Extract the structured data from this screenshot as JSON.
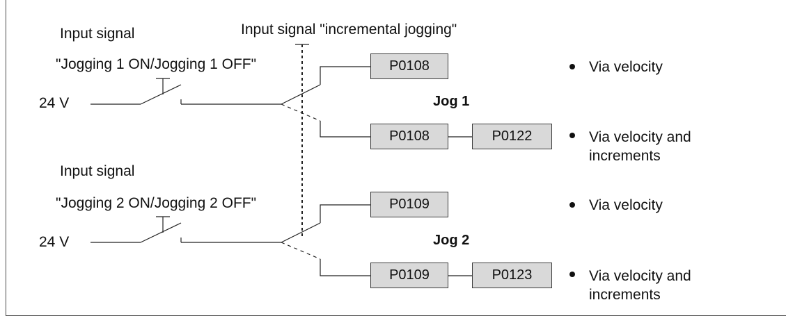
{
  "top_label": "Input signal \"incremental jogging\"",
  "jog1": {
    "input_label_1": "Input signal",
    "input_label_2": "\"Jogging 1 ON/Jogging 1 OFF\"",
    "voltage": "24 V",
    "title": "Jog 1",
    "box_a": "P0108",
    "box_b1": "P0108",
    "box_b2": "P0122",
    "mode_a": "Via velocity",
    "mode_b_line1": "Via velocity and",
    "mode_b_line2": "increments"
  },
  "jog2": {
    "input_label_1": "Input signal",
    "input_label_2": "\"Jogging 2 ON/Jogging 2 OFF\"",
    "voltage": "24 V",
    "title": "Jog 2",
    "box_a": "P0109",
    "box_b1": "P0109",
    "box_b2": "P0123",
    "mode_a": "Via velocity",
    "mode_b_line1": "Via velocity and",
    "mode_b_line2": "increments"
  }
}
